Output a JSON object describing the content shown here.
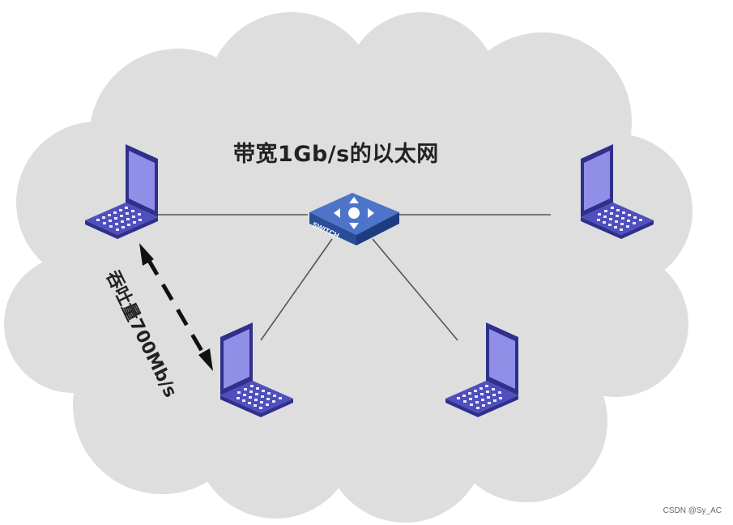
{
  "diagram": {
    "title": "带宽1Gb/s的以太网",
    "switch_label": "SWITCH",
    "throughput_label": "吞吐量700Mb/s",
    "watermark": "CSDN @Sy_AC",
    "colors": {
      "cloud": "#dedede",
      "laptop_screen": "#8f8fe8",
      "laptop_frame": "#2f2f8c",
      "laptop_body": "#4f4fbe",
      "switch_top": "#4d74c9",
      "switch_side": "#2b4d98",
      "link": "#555555",
      "arrow": "#111111"
    },
    "icons": [
      "laptop-icon",
      "switch-icon",
      "cloud-shape"
    ]
  }
}
